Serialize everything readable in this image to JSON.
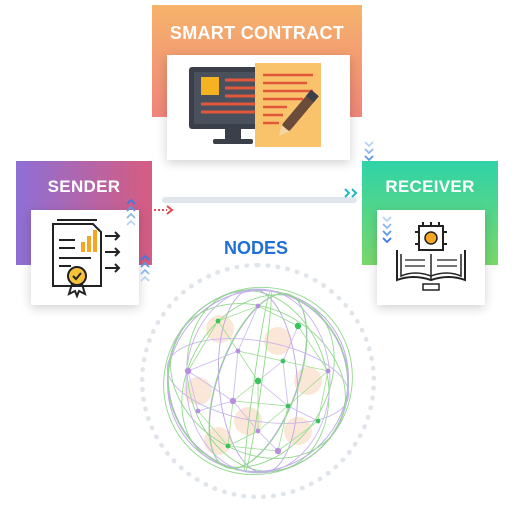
{
  "smart_contract": {
    "title": "SMART CONTRACT"
  },
  "sender": {
    "title": "SENDER"
  },
  "receiver": {
    "title": "RECEIVER"
  },
  "nodes": {
    "title": "NODES"
  },
  "colors": {
    "smart_contract_gradient": [
      "#f6b36b",
      "#f0857a"
    ],
    "sender_gradient": [
      "#8e6fd6",
      "#d65c80"
    ],
    "receiver_gradient": [
      "#2fd3a8",
      "#79d86a"
    ],
    "nodes_title": "#1f6fd9",
    "arrow_blue": "#3a7be0",
    "arrow_red": "#e24b4b",
    "ring": "#dfe5ea"
  },
  "icons": {
    "smart_contract": "monitor-with-contract-and-pen-icon",
    "sender": "certificate-document-with-chart-icon",
    "receiver": "chip-book-icon",
    "nodes": "network-globe-icon"
  }
}
